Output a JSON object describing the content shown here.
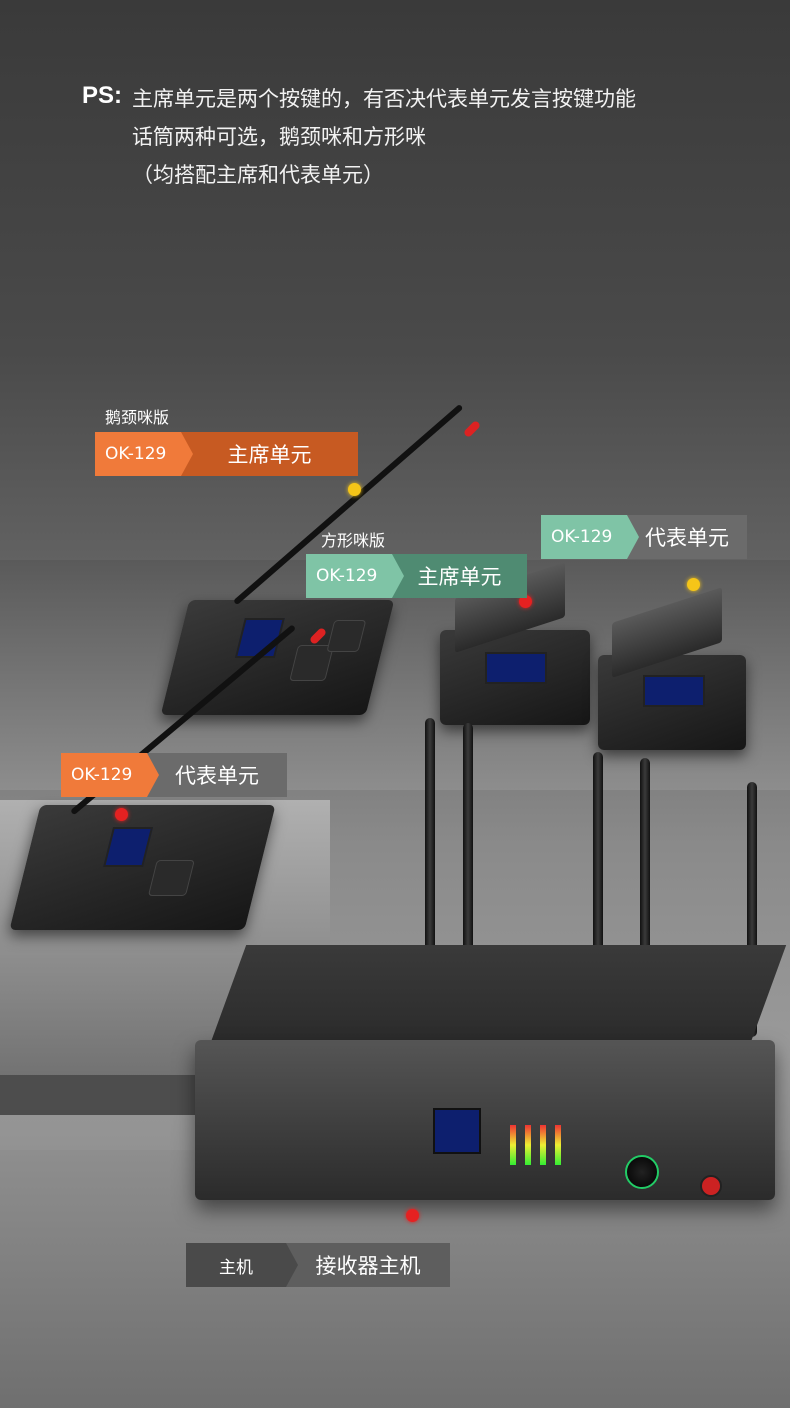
{
  "header": {
    "ps_label": "PS:",
    "line1": "主席单元是两个按键的，有否决代表单元发言按键功能",
    "line2": "话筒两种可选，鹅颈咪和方形咪",
    "line3": "（均搭配主席和代表单元）"
  },
  "captions": {
    "gooseneck_version": "鹅颈咪版",
    "square_version": "方形咪版"
  },
  "tags": {
    "gooseneck_chairman": {
      "code": "OK-129",
      "name": "主席单元"
    },
    "square_chairman": {
      "code": "OK-129",
      "name": "主席单元"
    },
    "square_delegate": {
      "code": "OK-129",
      "name": "代表单元"
    },
    "gooseneck_delegate": {
      "code": "OK-129",
      "name": "代表单元"
    },
    "host": {
      "code": "主机",
      "name": "接收器主机"
    }
  },
  "colors": {
    "orange_code": "#f07a3a",
    "orange_name": "#c75a22",
    "green_code": "#7fc4a6",
    "green_name": "#4f8b72",
    "gray_code": "#8f8f8f",
    "gray_name": "#6b6b6b",
    "host_code": "#4a4a4a",
    "host_name": "#5e5e5e"
  }
}
